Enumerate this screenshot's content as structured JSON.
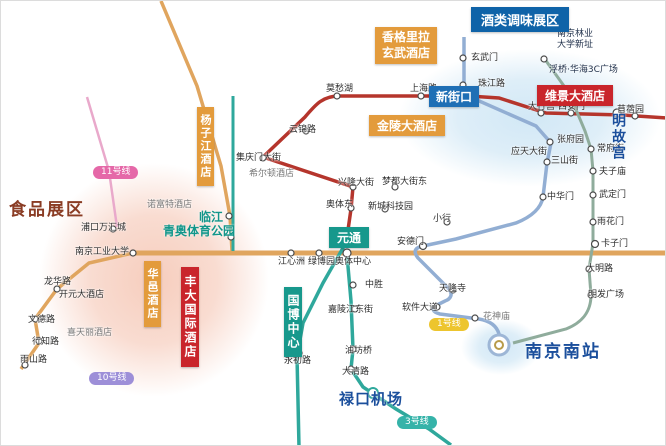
{
  "zones": {
    "wine_expo": "酒类调味展区",
    "food_expo": "食品展区"
  },
  "tags": {
    "line1": "1号线",
    "line3": "3号线",
    "line10": "10号线",
    "line11": "11号线"
  },
  "boxes": {
    "shangrila_name": "香格里拉",
    "shangrila_sub": "玄武酒店",
    "weijing": "维景大酒店",
    "jinling": "金陵大酒店",
    "xinjiekou": "新街口",
    "yuantong": "元通",
    "guobo": "国博中心",
    "yangzijiang": "杨子江酒店",
    "huayi": "华邑酒店",
    "fengda": "丰大国际酒店"
  },
  "big_labels": {
    "mingugong": "明故宫",
    "south_station": "南京南站",
    "airport": "禄口机场",
    "linjiang": "临江",
    "qingao_park": "青奥体育公园"
  },
  "landmarks": {
    "forestry_univ": "南京林业大学新址",
    "fuqiao_plaza": "浮桥·华海3C广场",
    "hilton": "希尔顿酒店",
    "kaiyuan": "开元大酒店",
    "novotel": "诺富特酒店",
    "xitianli": "喜天丽酒店",
    "huashenmiao": "花神庙"
  },
  "stations": [
    "玄武门",
    "珠江路",
    "莫愁湖",
    "上海路",
    "大行宫",
    "西安门",
    "苜蓿园",
    "张府园",
    "常府街",
    "三山街",
    "夫子庙",
    "应天大街",
    "中华门",
    "武定门",
    "雨花门",
    "卡子门",
    "大明路",
    "明发广场",
    "云锦路",
    "集庆门大街",
    "兴隆大街",
    "奥体东",
    "梦都大街东",
    "新城科技园",
    "江心洲",
    "绿博园",
    "奥体中心",
    "小行",
    "安德门",
    "中胜",
    "天隆寺",
    "软件大道",
    "嘉陵江东街",
    "永初路",
    "油坊桥",
    "大清路",
    "浦口万汇城",
    "南京工业大学",
    "龙华路",
    "文德路",
    "行知路",
    "雨山路"
  ],
  "colors": {
    "line_red": "#b5352c",
    "line_blue": "#92aed3",
    "line_green": "#8fac9c",
    "line_tan": "#e0a55e",
    "line_teal": "#2fa89c",
    "box_orange": "#e39b3c",
    "box_red": "#c9252b",
    "box_blue": "#1f6fb5",
    "box_teal": "#17988c",
    "header_blue": "#0f63a8",
    "tag_pink": "#e568a8",
    "tag_purple": "#9d8fd8",
    "tag_yellow": "#edc52e",
    "tag_teal": "#35b3a9",
    "text_navy": "#1b4f9c",
    "text_brick": "#8a3c24",
    "text_teal": "#12968a"
  }
}
